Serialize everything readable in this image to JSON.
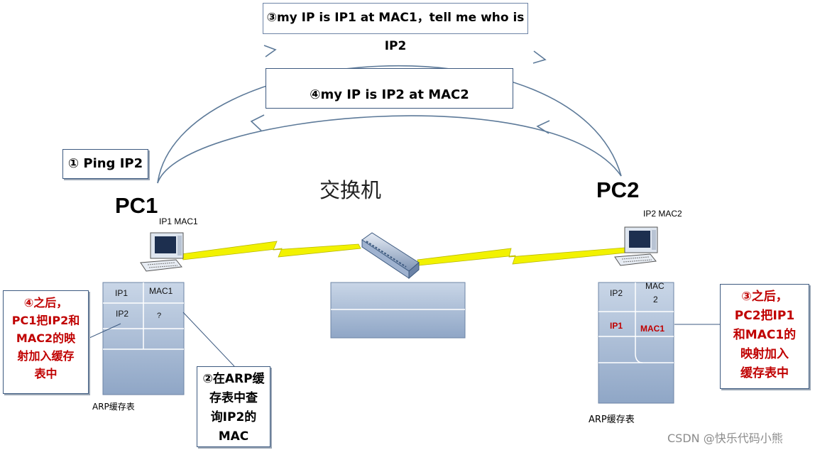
{
  "callouts": {
    "step3_top": "③my IP is IP1 at MAC1，tell me who is IP2",
    "step4_mid": "④my IP is IP2 at MAC2",
    "step1": "① Ping IP2",
    "step2_lines": [
      "②在ARP缓",
      "存表中查",
      "询IP2的",
      "MAC"
    ],
    "left_note_lines": [
      "④之后，",
      "PC1把IP2和",
      "MAC2的映",
      "射加入缓存",
      "表中"
    ],
    "right_note_lines": [
      "③之后，",
      "PC2把IP1",
      "和MAC1的",
      "映射加入",
      "缓存表中"
    ]
  },
  "labels": {
    "switch": "交换机",
    "pc1": "PC1",
    "pc2": "PC2",
    "pc1_addr": "IP1 MAC1",
    "pc2_addr": "IP2 MAC2",
    "arp_left": "ARP缓存表",
    "arp_right": "ARP缓存表",
    "watermark": "CSDN @快乐代码小熊"
  },
  "arp_left_cells": {
    "r1c1": "IP1",
    "r1c2": "MAC1",
    "r2c1": "IP2",
    "r2c2": "?"
  },
  "arp_right_cells": {
    "r1c1": "IP2",
    "r1c2a": "MAC",
    "r1c2b": "2",
    "r2c1": "IP1",
    "r2c2": "MAC1"
  },
  "colors": {
    "table_fill": "#a9bcd6",
    "table_line": "#ffffff",
    "lightning": "#f2f200",
    "arrow": "#5d7a99",
    "note_red": "#c00000"
  },
  "icons": [
    "computer-icon",
    "switch-icon",
    "lightning-link"
  ]
}
